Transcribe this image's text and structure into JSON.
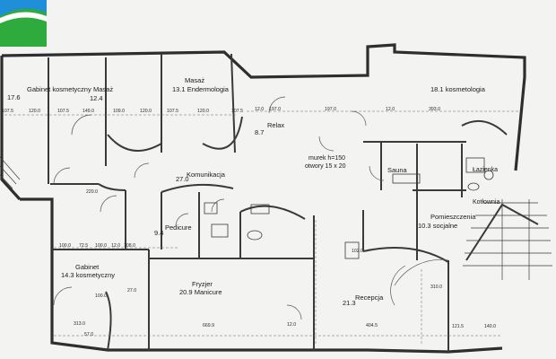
{
  "rooms": {
    "gabinet_top": {
      "area": "17.6",
      "name": "Gabinet kosmetyczny"
    },
    "masaz": {
      "area": "12.4",
      "name": "Masaż"
    },
    "masaz_end_line1": {
      "area": "13.1",
      "name": "Masaż"
    },
    "masaz_end_line2": "Endermologia",
    "kosmetologia": {
      "area": "18.1",
      "name": "kosmetologia"
    },
    "relax": {
      "area": "8.7",
      "name": "Relax"
    },
    "komunikacja": {
      "area": "27.0",
      "name": "Komunikacja"
    },
    "pedicure": {
      "area": "9.4",
      "name": "Pedicure"
    },
    "gabinet_bottom": {
      "area": "14.3",
      "name": "Gabinet",
      "name2": "kosmetyczny"
    },
    "fryzjer": {
      "area": "20.9",
      "name": "Fryzjer",
      "name2": "Manicure"
    },
    "recepcja": {
      "area": "21.3",
      "name": "Recepcja"
    },
    "sauna": {
      "name": "Sauna"
    },
    "lazienka": {
      "name": "Łazienka"
    },
    "kotlownia": {
      "name": "Kotłownia"
    },
    "socjalne": {
      "area": "10.3",
      "name": "Pomieszczenia",
      "name2": "socjalne"
    }
  },
  "notes": {
    "murek": "murek h=150",
    "otwory": "otwory 15 x 20"
  },
  "dimensions": {
    "d1": "107.5",
    "d2": "120.0",
    "d3": "107.5",
    "d4": "149.0",
    "d5": "109.0",
    "d6": "120.0",
    "d7": "107.5",
    "d8": "120.0",
    "d9": "107.5",
    "d10": "12.0",
    "d11": "197.0",
    "d12": "12.0",
    "d13": "393.0",
    "d14": "220.0",
    "d15": "100.0",
    "d16": "72.5",
    "d17": "100.0",
    "d18": "12.0",
    "d19": "108.0",
    "d20": "313.0",
    "d21": "57.0",
    "d22": "669.9",
    "d23": "404.5",
    "d24": "121.5",
    "d25": "140.0",
    "d26": "310.0",
    "d27": "100.0",
    "d28": "27.0",
    "d29": "12.0",
    "d30": "102.0"
  },
  "logo": {
    "colors": [
      "#1e8fd8",
      "#2faa3c",
      "#ffffff"
    ]
  }
}
